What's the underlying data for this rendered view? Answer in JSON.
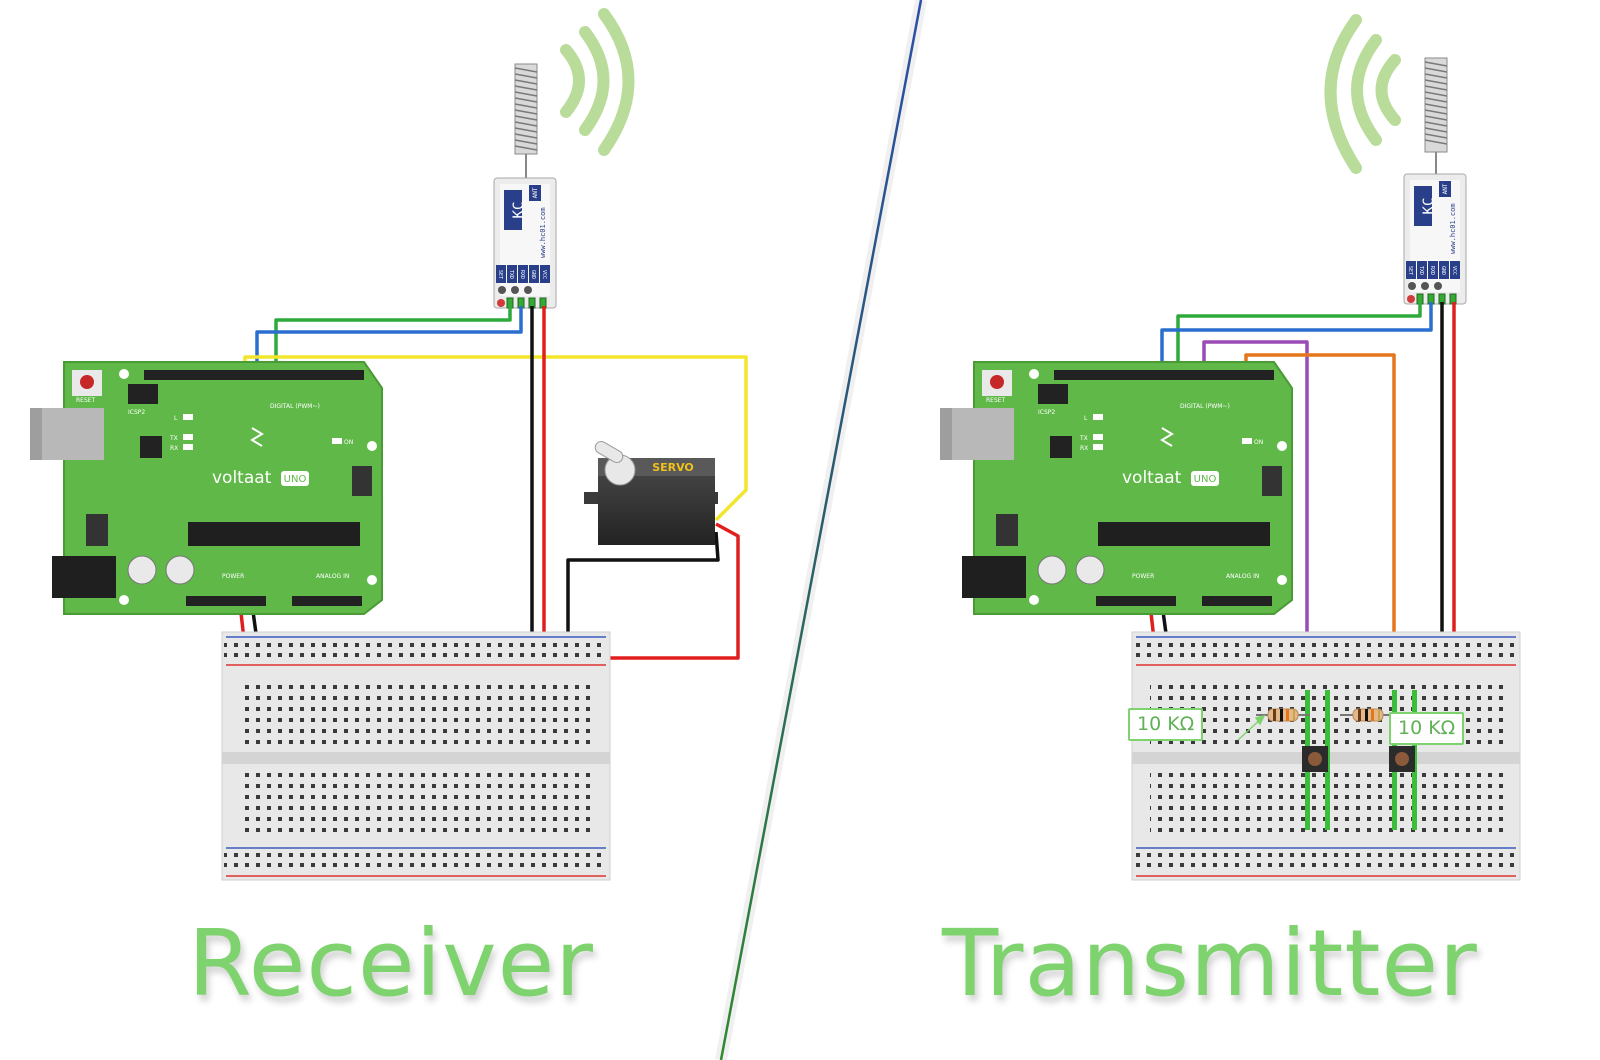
{
  "receiver": {
    "title": "Receiver",
    "arduino": {
      "brand": "voltaat",
      "model": "UNO",
      "reset_label": "RESET",
      "icsp_label": "ICSP2",
      "digital_label": "DIGITAL (PWM~)",
      "power_label": "POWER",
      "analog_label": "ANALOG IN",
      "on_label": "ON",
      "tx_label": "TX",
      "rx_label": "RX",
      "l_label": "L"
    },
    "hc12": {
      "site": "www.hc01.com",
      "pins": [
        "SET",
        "TXD",
        "RXD",
        "GND",
        "VCC"
      ],
      "ant_label": "ANT"
    },
    "servo_label": "SERVO"
  },
  "transmitter": {
    "title": "Transmitter",
    "arduino": {
      "brand": "voltaat",
      "model": "UNO",
      "reset_label": "RESET",
      "icsp_label": "ICSP2",
      "digital_label": "DIGITAL (PWM~)",
      "power_label": "POWER",
      "analog_label": "ANALOG IN",
      "on_label": "ON",
      "tx_label": "TX",
      "rx_label": "RX",
      "l_label": "L"
    },
    "hc12": {
      "site": "www.hc01.com",
      "pins": [
        "SET",
        "TXD",
        "RXD",
        "GND",
        "VCC"
      ],
      "ant_label": "ANT"
    },
    "resistor_left": "10 KΩ",
    "resistor_right": "10 KΩ"
  },
  "colors": {
    "board": "#5fb847",
    "board_border": "#4a9a36",
    "wifi": "#b9dc9a",
    "title_green": "#7ed36f",
    "wire_green": "#2eaa3a",
    "wire_blue": "#2a6fcf",
    "wire_yellow": "#f2e52b",
    "wire_red": "#e01e1e",
    "wire_black": "#111111",
    "wire_purple": "#9b4bb7",
    "wire_orange": "#e5761c",
    "divider_top": "#2a4fa8",
    "divider_bottom": "#2f8a2f"
  }
}
